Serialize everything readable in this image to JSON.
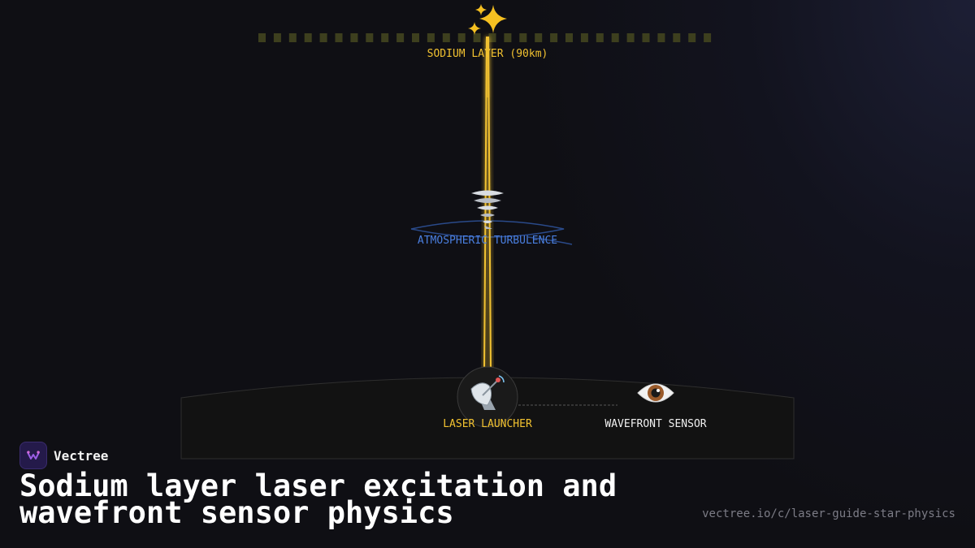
{
  "diagram": {
    "sodium_layer_label": "SODIUM LAYER (90km)",
    "turbulence_label": "ATMOSPHERIC TURBULENCE",
    "laser_launcher_label": "LASER LAUNCHER",
    "wavefront_sensor_label": "WAVEFRONT SENSOR",
    "icons": {
      "guide_star": "sparkles-icon",
      "turbulence": "tornado-icon",
      "launcher": "satellite-dish-icon",
      "sensor": "eye-icon"
    }
  },
  "brand": {
    "name": "Vectree"
  },
  "title": "Sodium layer laser excitation and wavefront sensor physics",
  "url": "vectree.io/c/laser-guide-star-physics",
  "colors": {
    "background": "#0f0f14",
    "laser": "#f2c230",
    "sodium_dots": "#3d3f1e",
    "turbulence": "#4a7fe0",
    "ground": "#141414"
  }
}
